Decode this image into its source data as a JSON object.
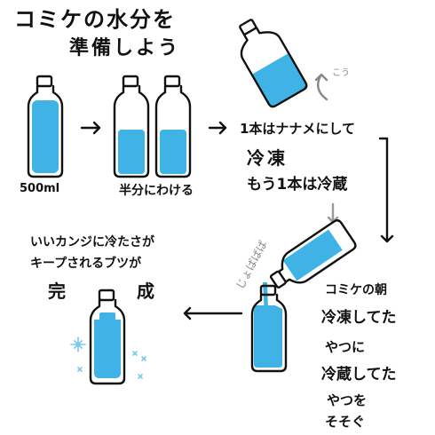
{
  "title": {
    "line1": "コミケの水分を",
    "line2": "準備しよう"
  },
  "step1": {
    "caption": "500ml"
  },
  "step2": {
    "caption": "半分にわける"
  },
  "step3": {
    "tilt_note": "こう",
    "line1": "1本はナナメにして",
    "line2": "冷凍",
    "line3": "もう1本は冷蔵"
  },
  "step4": {
    "sound": "じょばばば",
    "line1": "コミケの朝",
    "line2": "冷凍してた",
    "line3": "やつに",
    "line4": "冷蔵してた",
    "line5": "やつを",
    "line6": "そそぐ"
  },
  "result": {
    "line1": "いいカンジに冷たさが",
    "line2": "キープされるブツが",
    "done1": "完",
    "done2": "成"
  },
  "colors": {
    "water": "#3fb3e6",
    "ink": "#111111",
    "sparkle": "#7cc6ee"
  }
}
